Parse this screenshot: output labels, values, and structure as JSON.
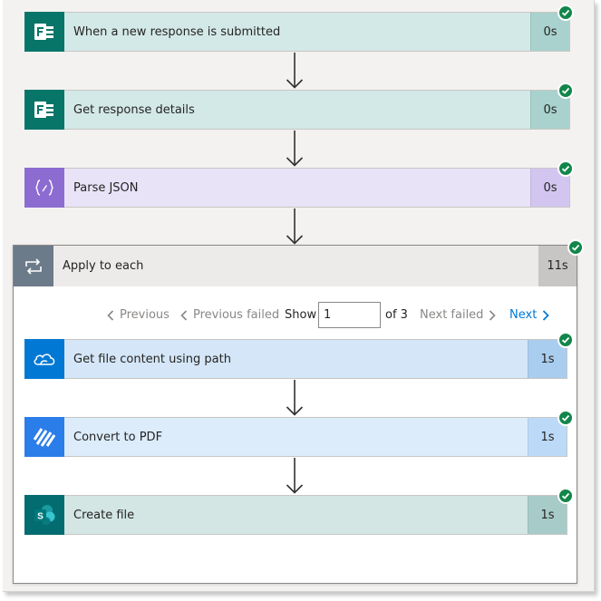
{
  "flow": {
    "steps": [
      {
        "title": "When a new response is submitted",
        "duration": "0s",
        "icon": "forms-icon",
        "status": "succeeded"
      },
      {
        "title": "Get response details",
        "duration": "0s",
        "icon": "forms-icon",
        "status": "succeeded"
      },
      {
        "title": "Parse JSON",
        "duration": "0s",
        "icon": "data-operation-icon",
        "status": "succeeded"
      }
    ],
    "loop": {
      "title": "Apply to each",
      "duration": "11s",
      "icon": "loop-icon",
      "status": "succeeded",
      "pager": {
        "previous": "Previous",
        "previous_failed": "Previous failed",
        "show": "Show",
        "current": "1",
        "of": "of 3",
        "next_failed": "Next failed",
        "next": "Next"
      },
      "steps": [
        {
          "title": "Get file content using path",
          "duration": "1s",
          "icon": "onedrive-icon",
          "status": "succeeded"
        },
        {
          "title": "Convert to PDF",
          "duration": "1s",
          "icon": "encodian-icon",
          "status": "succeeded"
        },
        {
          "title": "Create file",
          "duration": "1s",
          "icon": "sharepoint-icon",
          "status": "succeeded"
        }
      ]
    }
  },
  "colors": {
    "forms": "#077568",
    "forms_body": "#d3e9e7",
    "forms_dur": "#a9d2ce",
    "data_op": "#8c6cd1",
    "data_op_body": "#e9e3f8",
    "data_op_dur": "#d2c6f1",
    "onedrive": "#0078d4",
    "onedrive_body": "#d4e6f7",
    "onedrive_dur": "#a9cdef",
    "encodian": "#2b7de9",
    "encodian_body": "#dcecfb",
    "encodian_dur": "#bcdaf8",
    "sharepoint": "#036c70",
    "sharepoint_body": "#d3e6e4",
    "sharepoint_dur": "#a7cbc9",
    "success": "#12864a",
    "link": "#0078d4"
  }
}
